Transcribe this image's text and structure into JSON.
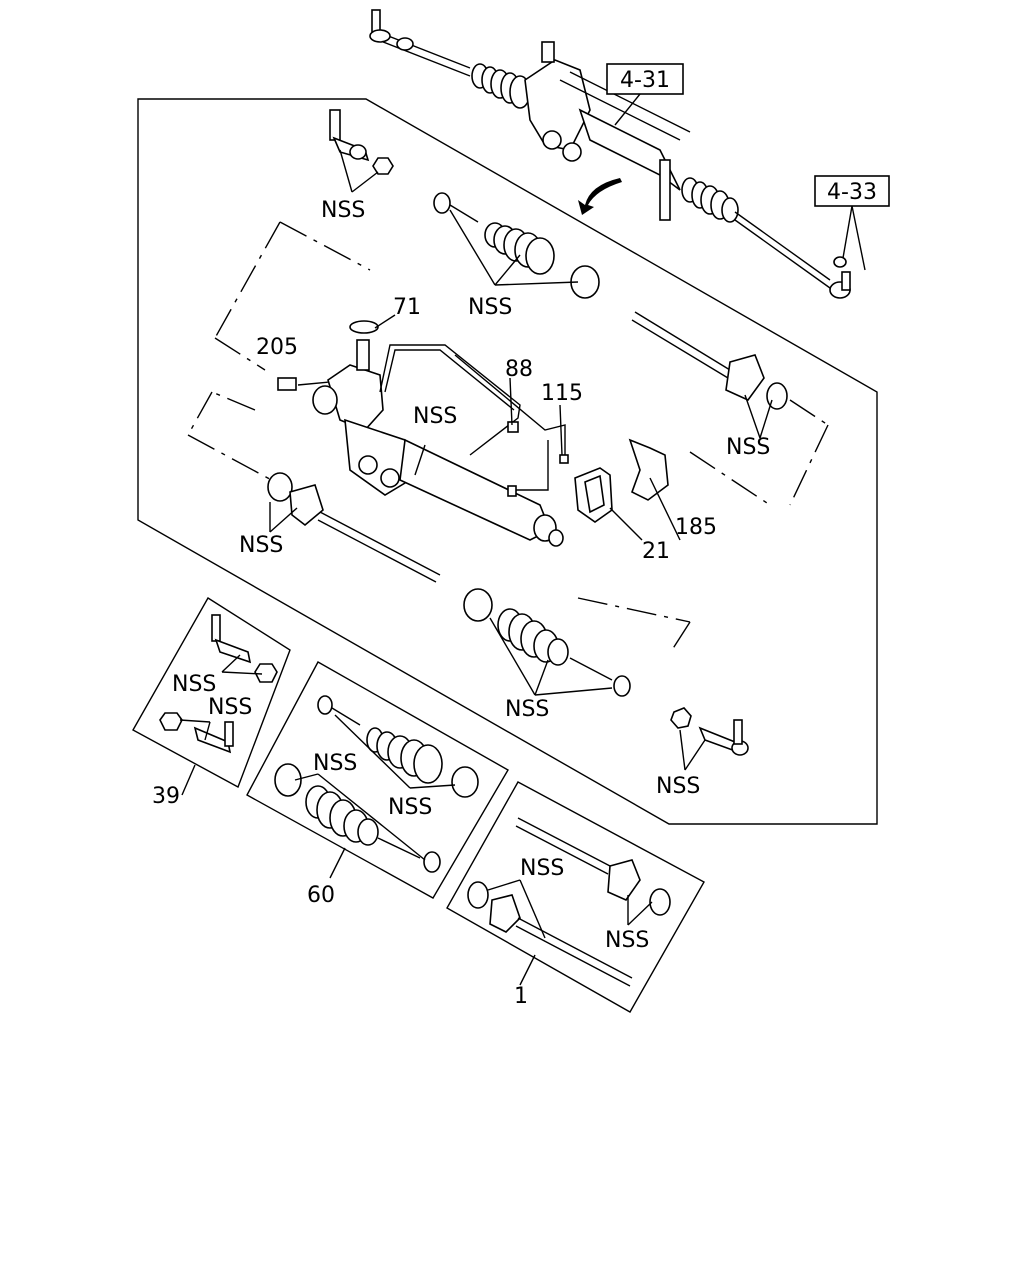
{
  "colors": {
    "ink": "#000000",
    "paper": "#ffffff"
  },
  "refs": {
    "ref_4_31": "4-31",
    "ref_4_33": "4-33"
  },
  "labels": {
    "nss": "NSS",
    "p71": "71",
    "p205": "205",
    "p88": "88",
    "p115": "115",
    "p185": "185",
    "p21": "21",
    "p39": "39",
    "p60": "60",
    "p1": "1"
  }
}
